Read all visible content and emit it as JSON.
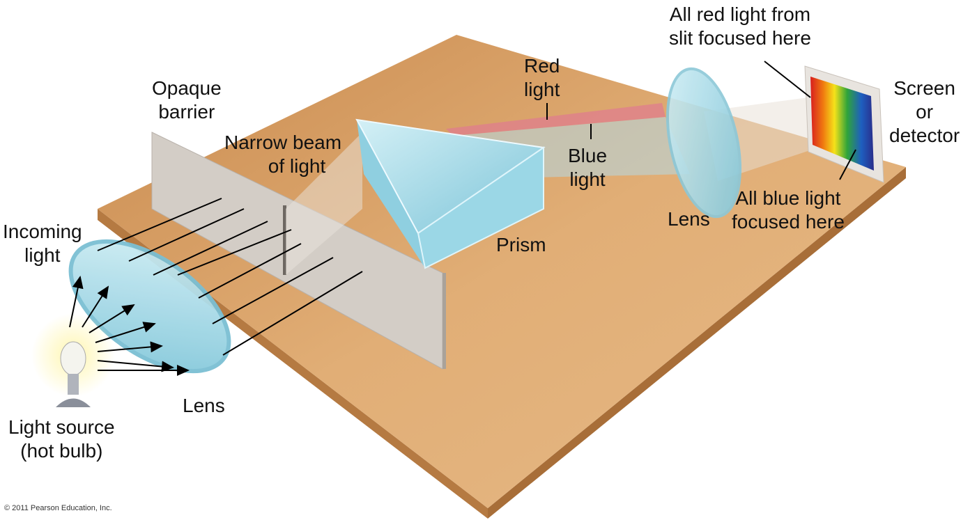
{
  "labels": {
    "opaque_barrier": [
      "Opaque",
      "barrier"
    ],
    "narrow_beam": [
      "Narrow beam",
      "of light"
    ],
    "red_light": [
      "Red",
      "light"
    ],
    "blue_light": [
      "Blue",
      "light"
    ],
    "all_red": [
      "All red light from",
      "slit focused here"
    ],
    "screen": [
      "Screen",
      "or",
      "detector"
    ],
    "lens_right": "Lens",
    "all_blue": [
      "All blue light",
      "focused here"
    ],
    "incoming_light": [
      "Incoming",
      "light"
    ],
    "prism": "Prism",
    "lens_left": "Lens",
    "light_source": [
      "Light source",
      "(hot bulb)"
    ]
  },
  "copyright": "© 2011 Pearson Education, Inc.",
  "colors": {
    "table": "#d9a46a",
    "glass": "#a8dbe8",
    "barrier": "#cfc9c2"
  }
}
